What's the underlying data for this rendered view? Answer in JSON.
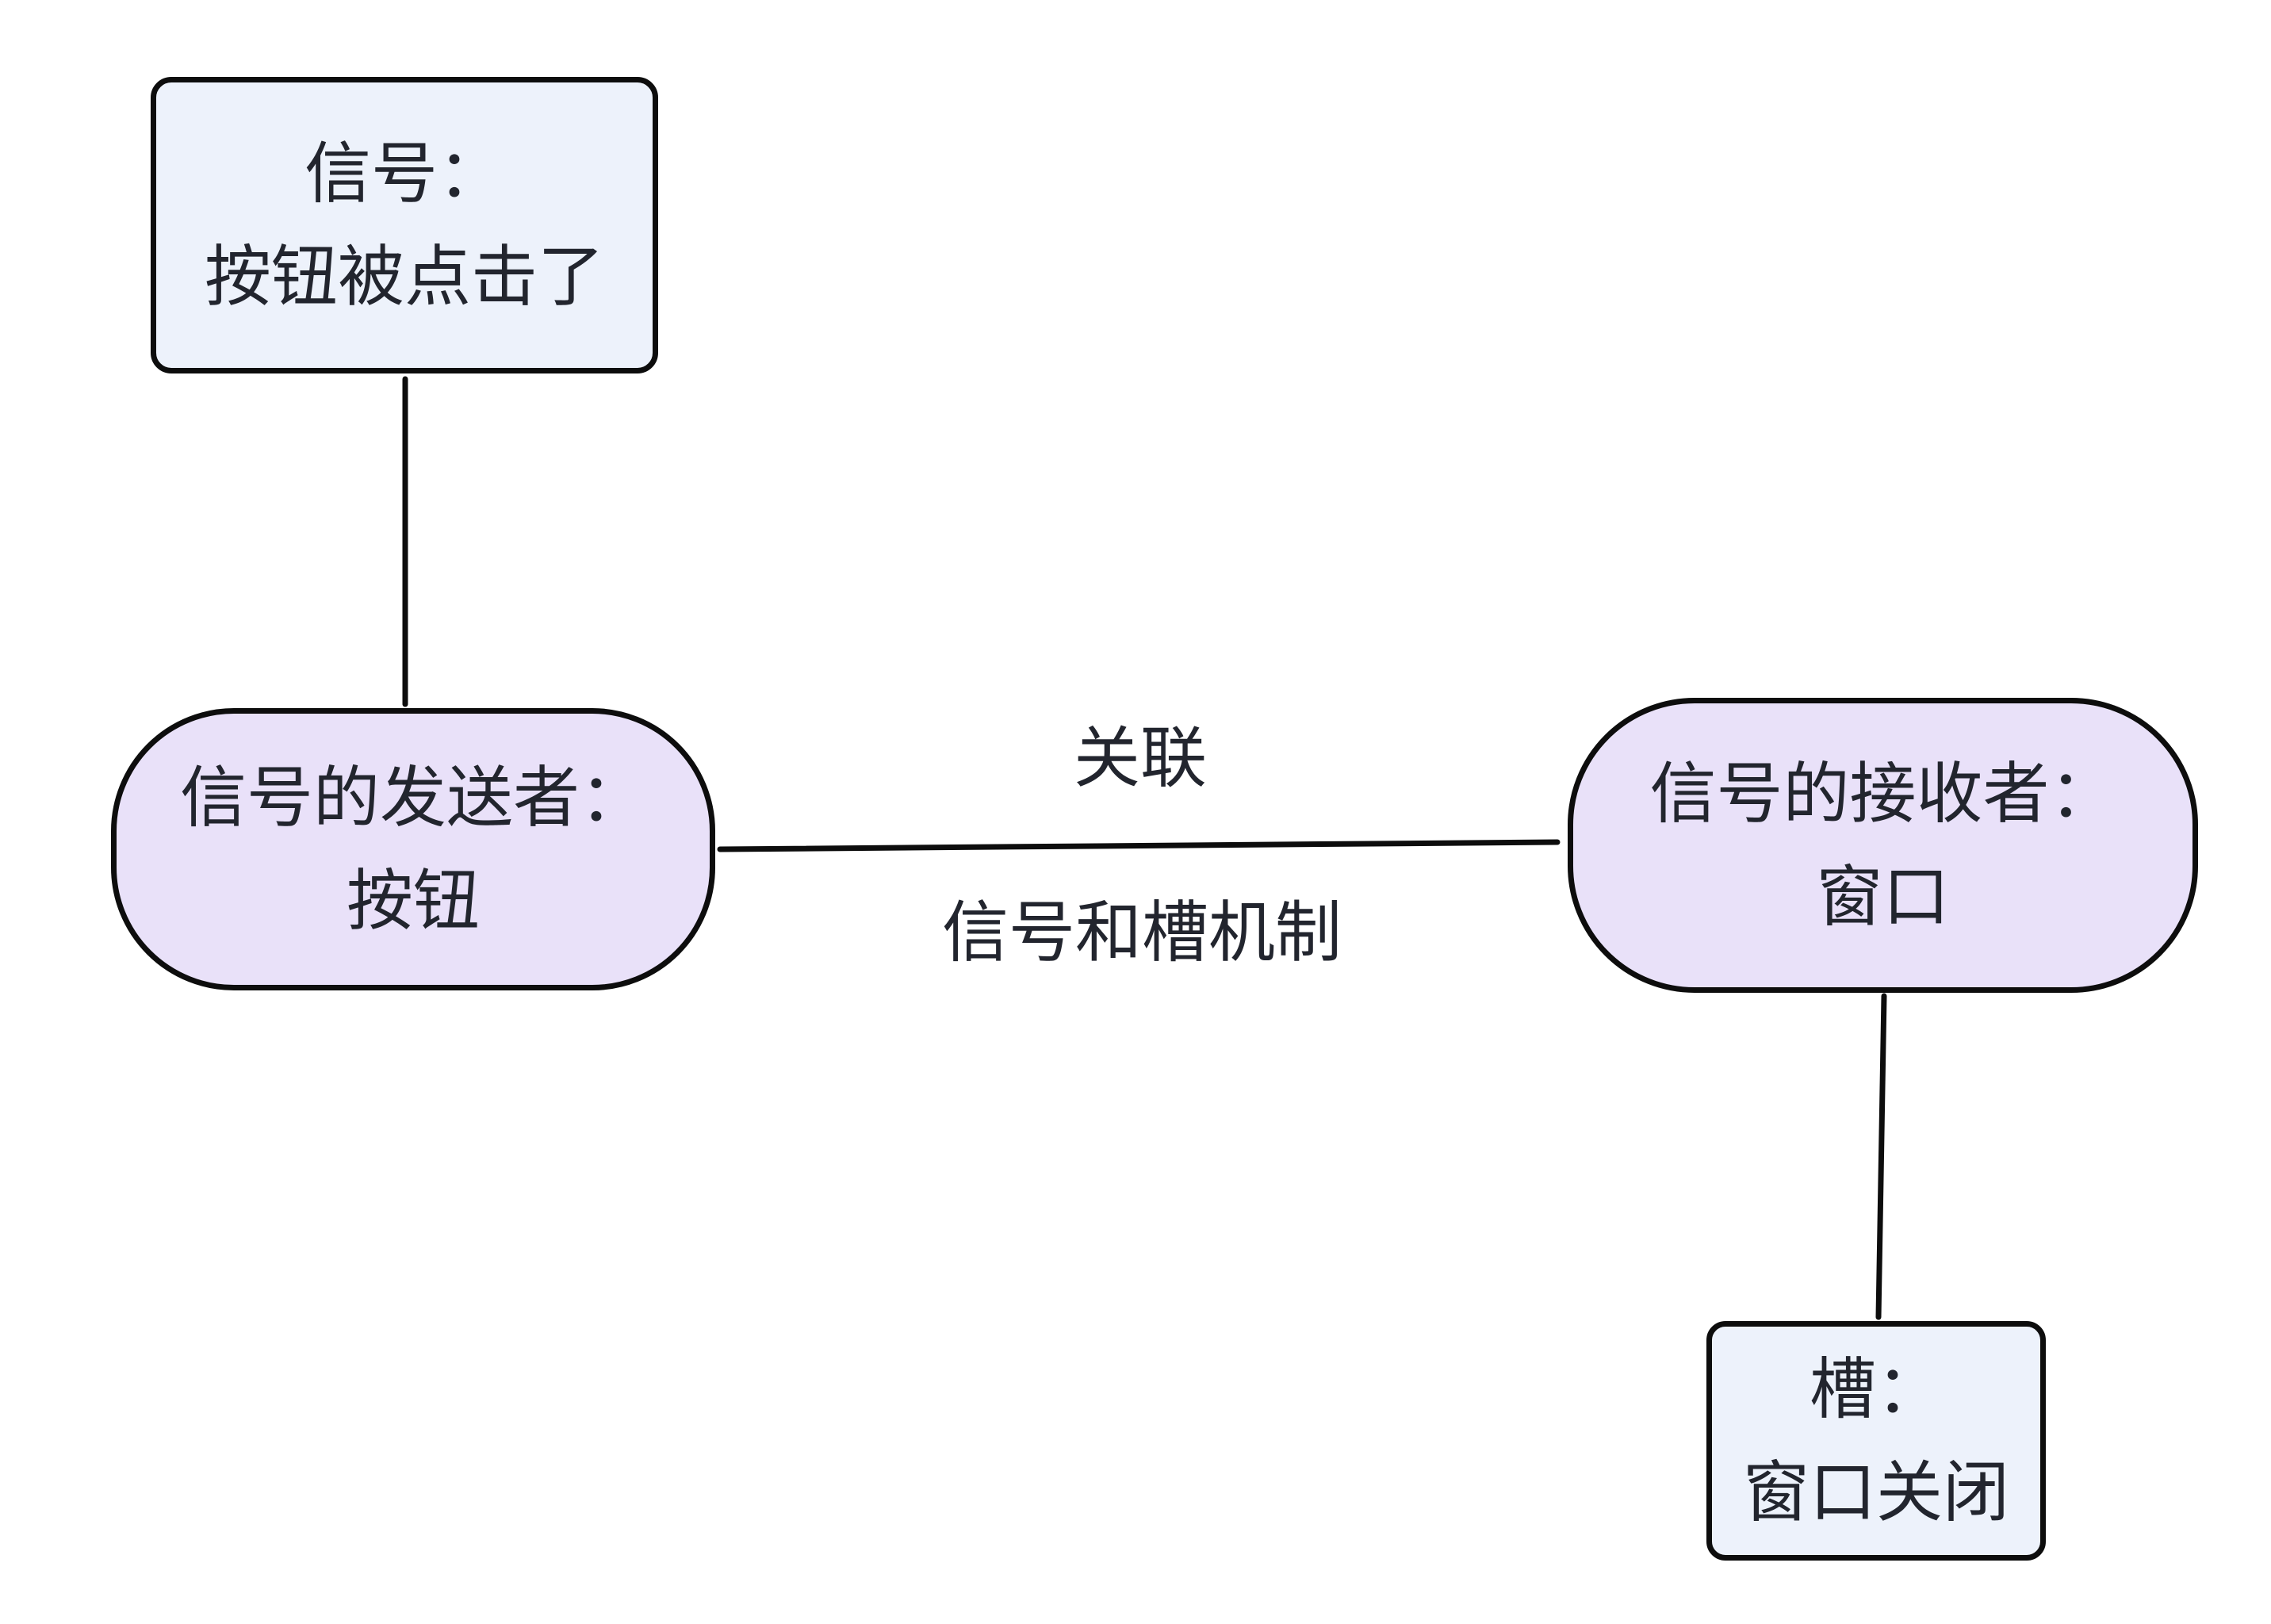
{
  "diagram": {
    "background": "#ffffff",
    "stroke_color": "#0d0d0d",
    "text_color": "#22252e",
    "node_fill_rect": "#edf2fb",
    "node_fill_pill": "#e9e1f9",
    "nodes": {
      "signal_event": {
        "line1": "信号：",
        "line2": "按钮被点击了",
        "shape": "rect",
        "fill": "#edf2fb"
      },
      "sender": {
        "line1": "信号的发送者：",
        "line2": "按钮",
        "shape": "pill",
        "fill": "#e9e1f9"
      },
      "receiver": {
        "line1": "信号的接收者：",
        "line2": "窗口",
        "shape": "pill",
        "fill": "#e9e1f9"
      },
      "slot": {
        "line1": "槽：",
        "line2": "窗口关闭",
        "shape": "rect",
        "fill": "#edf2fb"
      }
    },
    "edges": {
      "signal_to_sender": {
        "from": "signal_event",
        "to": "sender"
      },
      "sender_to_receiver": {
        "from": "sender",
        "to": "receiver",
        "label_top": "关联",
        "label_bottom": "信号和槽机制"
      },
      "receiver_to_slot": {
        "from": "receiver",
        "to": "slot"
      }
    },
    "edge_label": {
      "top": "关联",
      "bottom": "信号和槽机制"
    }
  }
}
